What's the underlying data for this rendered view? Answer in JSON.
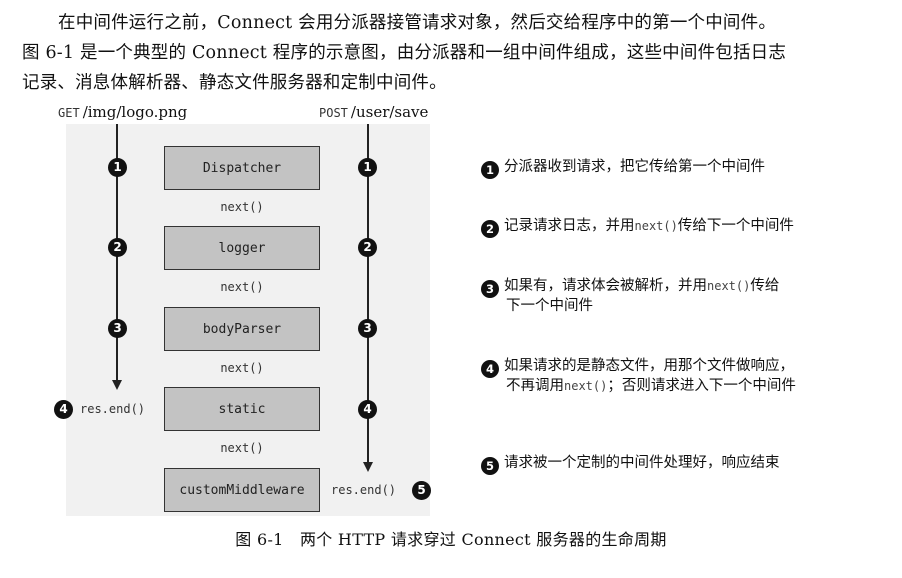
{
  "paragraph": {
    "line1": "在中间件运行之前，Connect 会用分派器接管请求对象，然后交给程序中的第一个中间件。",
    "line2": "图 6-1 是一个典型的 Connect 程序的示意图，由分派器和一组中间件组成，这些中间件包括日志",
    "line3": "记录、消息体解析器、静态文件服务器和定制中间件。"
  },
  "diagram": {
    "left_request": {
      "method": "GET",
      "path": "/img/logo.png"
    },
    "right_request": {
      "method": "POST",
      "path": "/user/save"
    },
    "boxes": [
      "Dispatcher",
      "logger",
      "bodyParser",
      "static",
      "customMiddleware"
    ],
    "next_label": "next()",
    "res_end_label": "res.end()",
    "markers": [
      "1",
      "2",
      "3",
      "4",
      "5"
    ]
  },
  "steps": [
    {
      "num": "1",
      "parts": [
        "分派器收到请求，把它传给第一个中间件"
      ]
    },
    {
      "num": "2",
      "parts": [
        "记录请求日志，并用",
        "next()",
        "传给下一个中间件"
      ]
    },
    {
      "num": "3",
      "parts": [
        "如果有，请求体会被解析，并用",
        "next()",
        "传给"
      ],
      "line2": "下一个中间件"
    },
    {
      "num": "4",
      "parts": [
        "如果请求的是静态文件，用那个文件做响应，"
      ],
      "line2_parts": [
        "不再调用",
        "next()",
        "；否则请求进入下一个中间件"
      ]
    },
    {
      "num": "5",
      "parts": [
        "请求被一个定制的中间件处理好，响应结束"
      ]
    }
  ],
  "caption": "图 6-1　两个 HTTP 请求穿过 Connect 服务器的生命周期"
}
